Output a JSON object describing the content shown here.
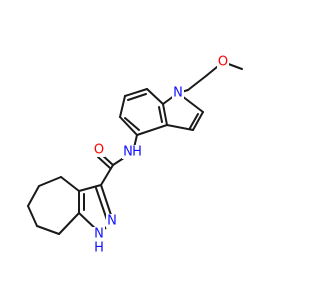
{
  "molecule": {
    "colors": {
      "bond": "#1a1a1a",
      "carbon": "#1a1a1a",
      "oxygen": "#ff0000",
      "nitrogen": "#1010ff",
      "background": "#ffffff"
    },
    "atom_labels": {
      "methoxy_o": "O",
      "amide_o": "O",
      "indole_n": "N",
      "amide_n": "N",
      "amide_h": "H",
      "pyrazole_n2": "N",
      "pyrazole_n1": "N",
      "pyrazole_h": "H"
    }
  }
}
